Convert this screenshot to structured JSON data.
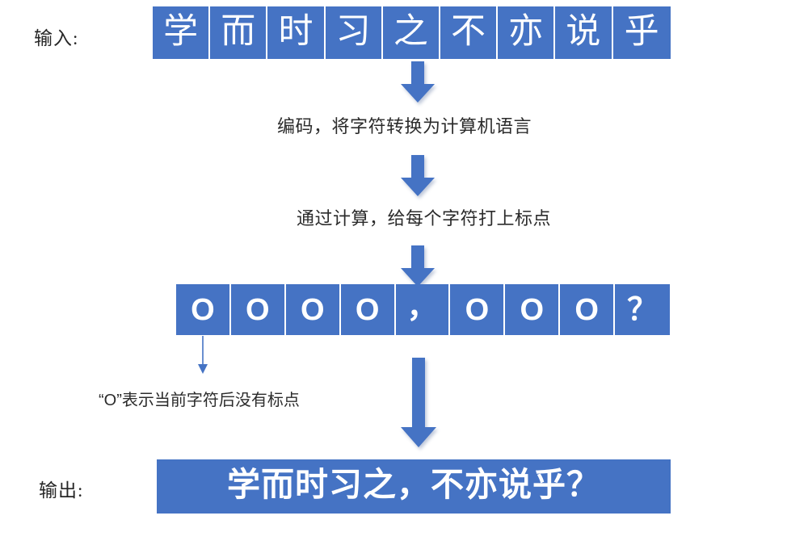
{
  "diagram": {
    "title": "Chinese text punctuation restoration pipeline",
    "accent_color": "#4573C4",
    "text_color": "#262626",
    "background": "#ffffff"
  },
  "labels": {
    "input": "输入:",
    "output": "输出:"
  },
  "input_strip": {
    "name": "input-characters",
    "cells": [
      "学",
      "而",
      "时",
      "习",
      "之",
      "不",
      "亦",
      "说",
      "乎"
    ]
  },
  "encoded_strip": {
    "name": "encoded-punctuation-tags",
    "cells": [
      "O",
      "O",
      "O",
      "O",
      "，",
      "O",
      "O",
      "O",
      "？"
    ]
  },
  "captions": {
    "encode": "编码，将字符转换为计算机语言",
    "compute": "通过计算，给每个字符打上标点",
    "note": "“O”表示当前字符后没有标点"
  },
  "output_bar": {
    "text": "学而时习之，不亦说乎？"
  },
  "arrows": [
    {
      "name": "arrow-input-to-encode",
      "direction": "down",
      "style": "block"
    },
    {
      "name": "arrow-encode-to-compute",
      "direction": "down",
      "style": "block"
    },
    {
      "name": "arrow-compute-to-tags",
      "direction": "down",
      "style": "block"
    },
    {
      "name": "arrow-tags-to-output",
      "direction": "down",
      "style": "block"
    },
    {
      "name": "arrow-tag-to-note",
      "direction": "down",
      "style": "thin"
    }
  ]
}
